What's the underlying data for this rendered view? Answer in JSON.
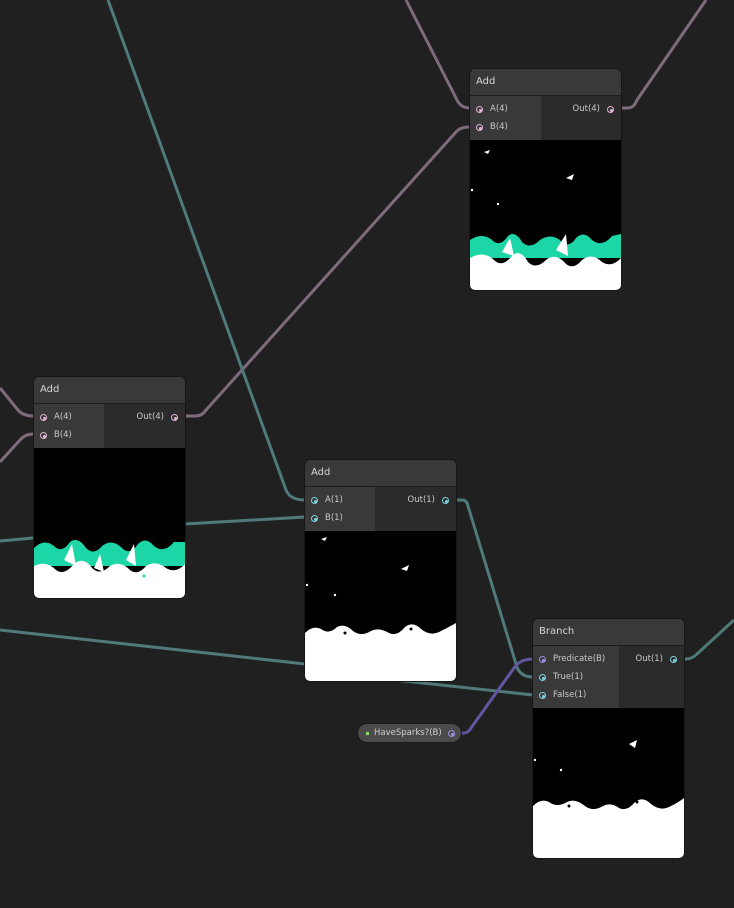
{
  "canvas": {
    "background": "#202020"
  },
  "wire_colors": {
    "vector4": "#7e6c7c",
    "vector1": "#507a7a",
    "boolean": "#5f57a0"
  },
  "nodes": {
    "add_top": {
      "title": "Add",
      "inputs": [
        "A(4)",
        "B(4)"
      ],
      "output": "Out(4)"
    },
    "add_left": {
      "title": "Add",
      "inputs": [
        "A(4)",
        "B(4)"
      ],
      "output": "Out(4)"
    },
    "add_middle": {
      "title": "Add",
      "inputs": [
        "A(1)",
        "B(1)"
      ],
      "output": "Out(1)"
    },
    "branch": {
      "title": "Branch",
      "inputs": [
        "Predicate(B)",
        "True(1)",
        "False(1)"
      ],
      "output": "Out(1)"
    }
  },
  "property": {
    "label": "HaveSparks?(B)"
  },
  "preview_colors": {
    "accent": "#1dd6a8",
    "base": "#ffffff",
    "background": "#000000"
  }
}
